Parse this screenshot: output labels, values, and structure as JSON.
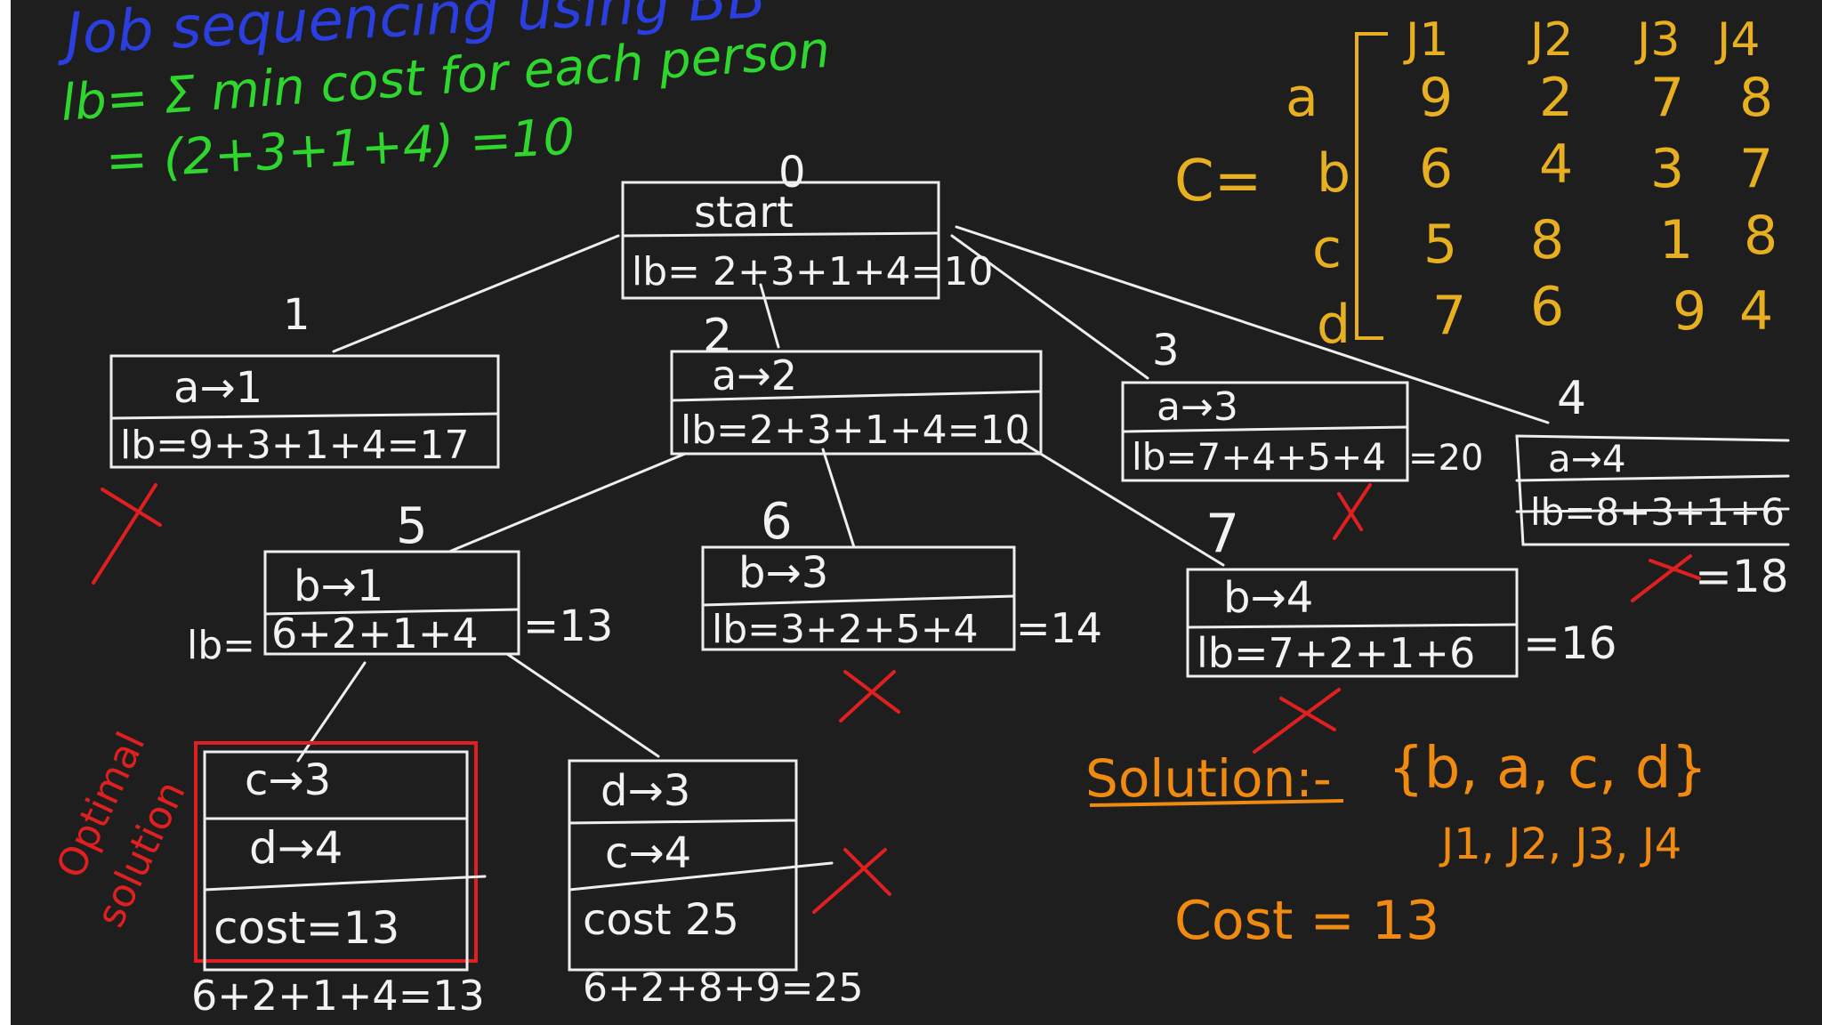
{
  "colors": {
    "background": "#1e1e1e",
    "chalk": "#f0f0f0",
    "title": "#2b3fe0",
    "formula": "#2ed62e",
    "matrix": "#e8b020",
    "solution": "#f08a10",
    "mark": "#e02020"
  },
  "header": {
    "title": "Job sequencing using BB",
    "lb_def": "lb= Σ min cost for each person",
    "lb_calc": "= (2+3+1+4) =10"
  },
  "matrix": {
    "label": "C=",
    "cols": [
      "J1",
      "J2",
      "J3",
      "J4"
    ],
    "rows": [
      {
        "name": "a",
        "values": [
          "9",
          "2",
          "7",
          "8"
        ]
      },
      {
        "name": "b",
        "values": [
          "6",
          "4",
          "3",
          "7"
        ]
      },
      {
        "name": "c",
        "values": [
          "5",
          "8",
          "1",
          "8"
        ]
      },
      {
        "name": "d",
        "values": [
          "7",
          "6",
          "9",
          "4"
        ]
      }
    ]
  },
  "nodes": {
    "n0": {
      "num": "0",
      "line1": "start",
      "line2": "lb= 2+3+1+4=10"
    },
    "n1": {
      "num": "1",
      "line1": "a→1",
      "line2": "lb=9+3+1+4=17"
    },
    "n2": {
      "num": "2",
      "line1": "a→2",
      "line2": "lb=2+3+1+4=10"
    },
    "n3": {
      "num": "3",
      "line1": "a→3",
      "line2": "lb=7+4+5+4",
      "suffix": "=20"
    },
    "n4": {
      "num": "4",
      "line1": "a→4",
      "line2": "lb=8+3+1+6",
      "suffix": "=18"
    },
    "n5": {
      "num": "5",
      "line1": "b→1",
      "prefix": "lb=",
      "line2": "6+2+1+4",
      "suffix": "=13"
    },
    "n6": {
      "num": "6",
      "line1": "b→3",
      "line2": "lb=3+2+5+4",
      "suffix": "=14"
    },
    "n7": {
      "num": "7",
      "line1": "b→4",
      "line2": "lb=7+2+1+6",
      "suffix": "=16"
    },
    "leafA": {
      "line1": "c→3",
      "line2": "d→4",
      "line3": "cost=13",
      "below": "6+2+1+4=13"
    },
    "leafB": {
      "line1": "d→3",
      "line2": "c→4",
      "line3": "cost 25",
      "below": "6+2+8+9=25"
    }
  },
  "annotations": {
    "optimal": "Optimal",
    "solution_word": "solution"
  },
  "solution": {
    "label": "Solution:-",
    "set": "{b, a, c, d}",
    "jobs": "J1, J2, J3, J4",
    "cost": "Cost = 13"
  }
}
